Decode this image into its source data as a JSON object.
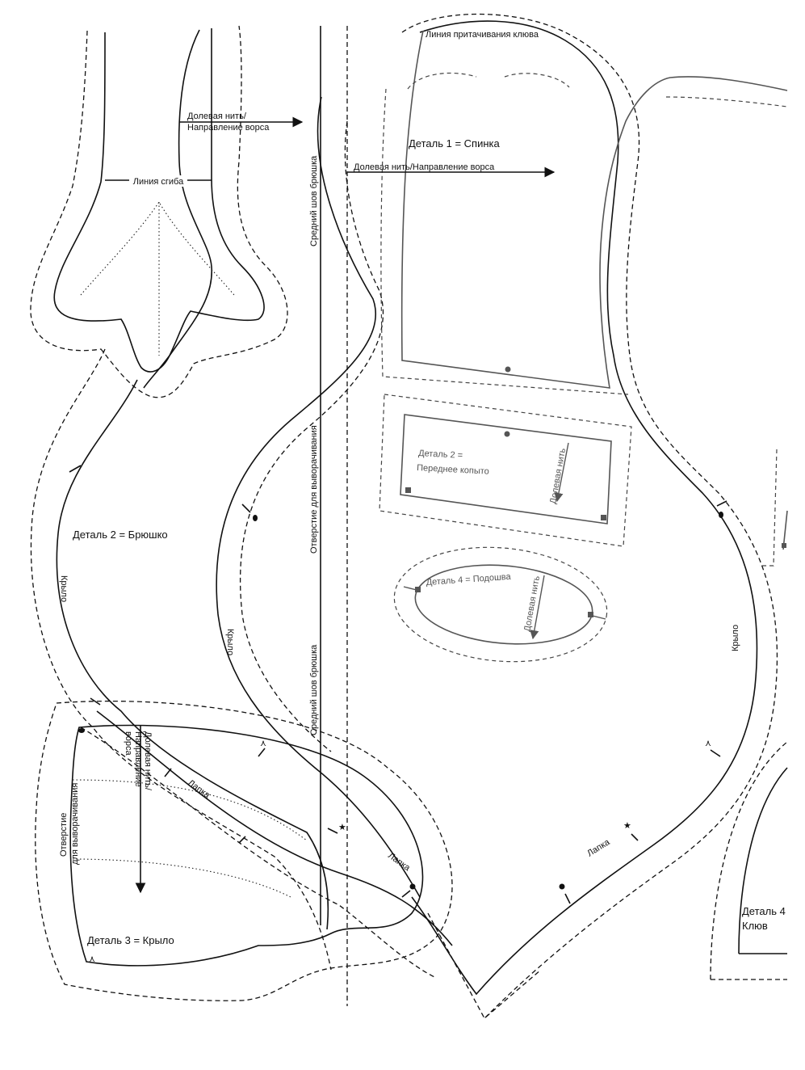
{
  "labels": {
    "beak_attach_line": "Линия притачивания клюва",
    "grain_nap_top_line1": "Долевая нить/",
    "grain_nap_top_line2": "Направление ворса",
    "fold_line": "Линия сгиба",
    "part1_back": "Деталь 1 = Спинка",
    "grain_nap_back": "Долевая нить/Направление ворса",
    "center_belly_seam_top": "Средний шов брюшка",
    "center_belly_seam_bottom": "Средний шов брюшка",
    "turning_opening_belly": "Отверстие для выворачивания",
    "part2_front_hoof_line1": "Деталь 2 =",
    "part2_front_hoof_line2": "Переднее копыто",
    "grain_front_hoof": "Долевая нить",
    "part2_belly": "Деталь 2 = Брюшко",
    "wing_left": "Крыло",
    "wing_mid": "Крыло",
    "wing_right": "Крыло",
    "part4_sole": "Деталь 4 = Подошва",
    "grain_sole": "Долевая нить",
    "grain_nap_wing_line1": "Долевая нить/",
    "grain_nap_wing_line2": "Направление",
    "grain_nap_wing_line3": "ворса",
    "paw_left": "Лапка",
    "paw_mid": "Лапка",
    "paw_right": "Лапка",
    "turning_opening_wing_line1": "Отверстие",
    "turning_opening_wing_line2": "для выворачивания",
    "part3_wing": "Деталь 3 = Крыло",
    "part4_beak_line1": "Деталь 4",
    "part4_beak_line2": "Клюв"
  }
}
